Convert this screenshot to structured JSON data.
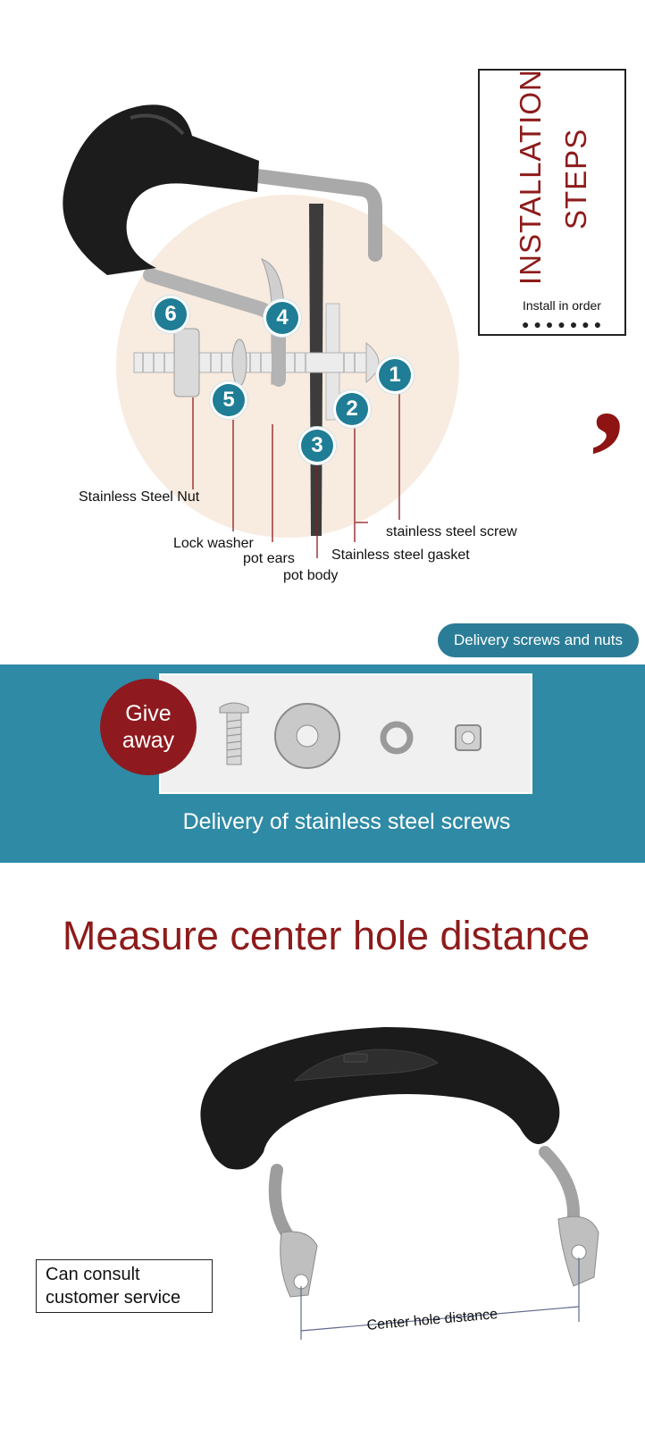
{
  "installation": {
    "title_line1": "INSTALLATION",
    "title_line2": "STEPS",
    "install_in_order": "Install in order",
    "dots": "●●●●●●●",
    "steps": [
      "1",
      "2",
      "3",
      "4",
      "5",
      "6"
    ],
    "callouts": {
      "stainless_steel_nut": "Stainless Steel Nut",
      "lock_washer": "Lock washer",
      "pot_ears": "pot ears",
      "pot_body": "pot body",
      "stainless_steel_screw": "stainless steel screw",
      "stainless_steel_gasket": "Stainless steel gasket"
    },
    "accent_color": "#8e1b1b",
    "badge_color": "#1f7d96"
  },
  "delivery": {
    "pill_label": "Delivery screws and nuts",
    "give_line1": "Give",
    "give_line2": "away",
    "caption": "Delivery of stainless steel screws",
    "band_color": "#2f8aa5",
    "badge_color": "#8e1a1f"
  },
  "measure": {
    "title": "Measure center hole distance",
    "consult_line1": "Can consult",
    "consult_line2": "customer service",
    "center_hole_distance": "Center hole distance"
  }
}
